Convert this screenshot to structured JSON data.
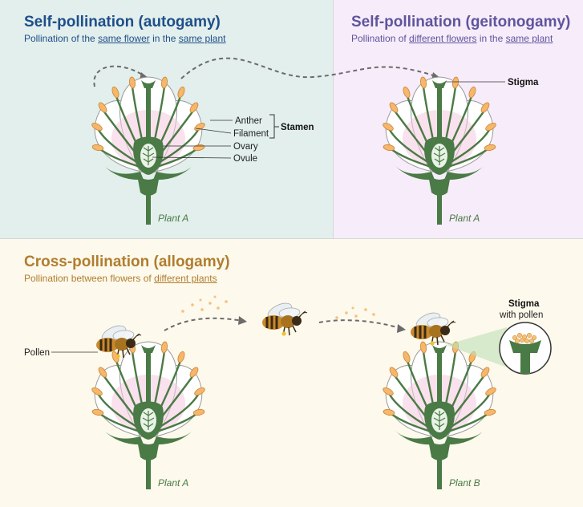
{
  "panels": {
    "autogamy": {
      "title": "Self-pollination (autogamy)",
      "subtitle": {
        "p1": "Pollination of the ",
        "u1": "same flower",
        "p2": " in the ",
        "u2": "same plant"
      },
      "plant_label": "Plant A"
    },
    "geitonogamy": {
      "title": "Self-pollination (geitonogamy)",
      "subtitle": {
        "p1": "Pollination of ",
        "u1": "different flowers",
        "p2": " in the ",
        "u2": "same plant"
      },
      "plant_label": "Plant A"
    },
    "allogamy": {
      "title": "Cross-pollination (allogamy)",
      "subtitle": {
        "p1": "Pollination between flowers of ",
        "u1": "different plants"
      },
      "plant_a_label": "Plant A",
      "plant_b_label": "Plant B"
    }
  },
  "labels": {
    "anther": "Anther",
    "filament": "Filament",
    "stamen": "Stamen",
    "ovary": "Ovary",
    "ovule": "Ovule",
    "stigma": "Stigma",
    "stigma_callout": "Stigma",
    "with_pollen": "with pollen",
    "pollen": "Pollen"
  },
  "colors": {
    "autogamy_bg": "#e2efec",
    "geitonogamy_bg": "#f7ecfa",
    "allogamy_bg": "#fdf9ec",
    "stem": "#4a7a45",
    "anther": "#f6b66b",
    "pollen": "#f3c27b"
  }
}
